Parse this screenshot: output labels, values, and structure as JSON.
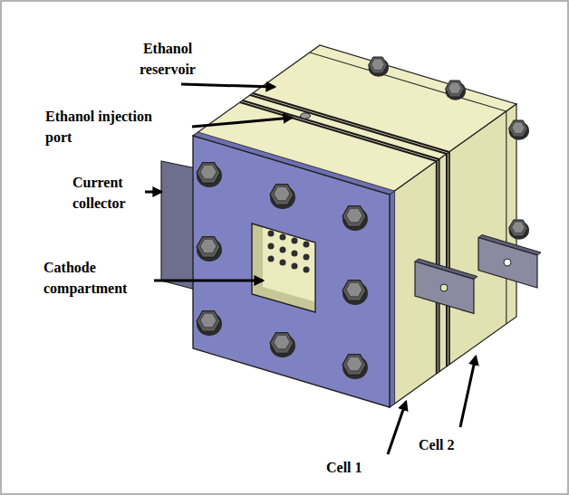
{
  "diagram": {
    "labels": [
      "Ethanol reservoir",
      "Ethanol injection port",
      "Current collector",
      "Cathode compartment",
      "Cell 1",
      "Cell 2"
    ]
  }
}
